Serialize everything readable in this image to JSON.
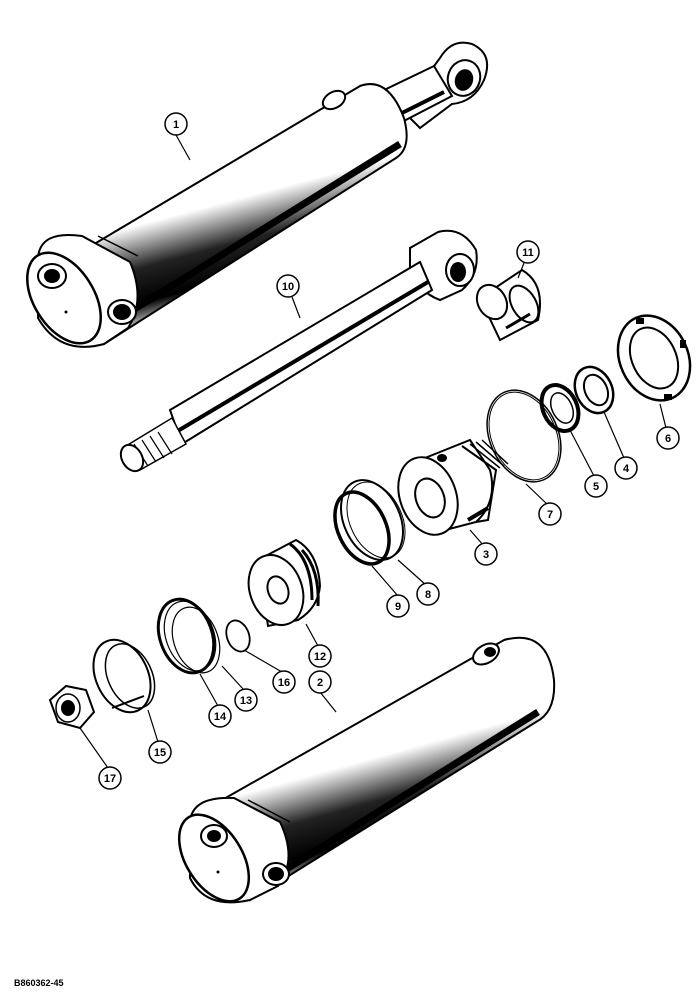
{
  "figure_code": "B860362-45",
  "callouts": {
    "c1": "1",
    "c2": "2",
    "c3": "3",
    "c4": "4",
    "c5": "5",
    "c6": "6",
    "c7": "7",
    "c8": "8",
    "c9": "9",
    "c10": "10",
    "c11": "11",
    "c12": "12",
    "c13": "13",
    "c14": "14",
    "c15": "15",
    "c16": "16",
    "c17": "17"
  }
}
